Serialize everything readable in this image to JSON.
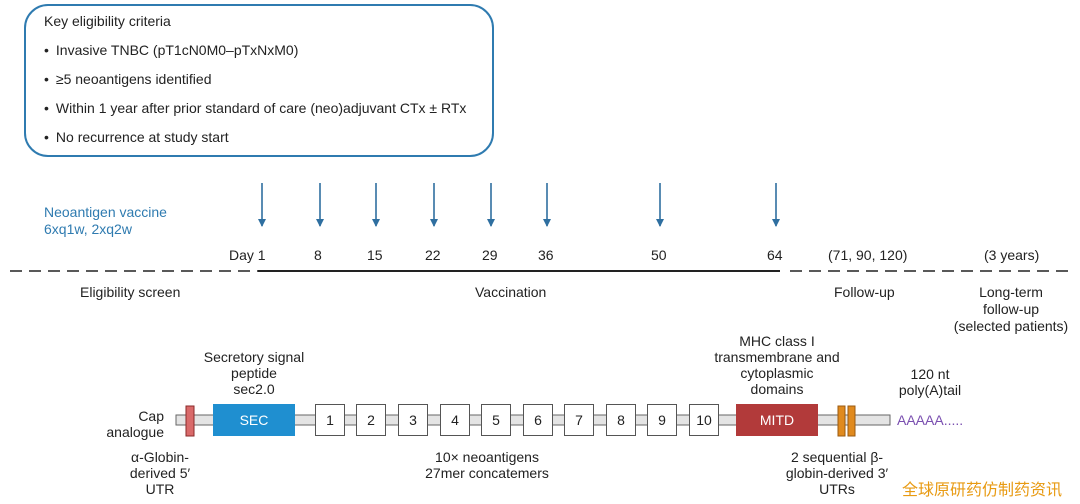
{
  "criteria": {
    "title": "Key eligibility criteria",
    "items": [
      "Invasive TNBC (pT1cN0M0–pTxNxM0)",
      "≥5 neoantigens identified",
      "Within 1 year after prior standard of care (neo)adjuvant CTx ± RTx",
      "No recurrence at study start"
    ]
  },
  "vaccine": {
    "line1": "Neoantigen vaccine",
    "line2": "6xq1w, 2xq2w"
  },
  "timeline": {
    "days": [
      "Day 1",
      "8",
      "15",
      "22",
      "29",
      "36",
      "50",
      "64"
    ],
    "followup_days": "(71, 90, 120)",
    "longterm_period": "(3 years)"
  },
  "phases": {
    "eligibility": "Eligibility screen",
    "vaccination": "Vaccination",
    "followup": "Follow-up",
    "longterm": [
      "Long-term",
      "follow-up",
      "(selected patients)"
    ]
  },
  "construct": {
    "cap": [
      "Cap",
      "analogue"
    ],
    "sec_label": [
      "Secretory signal",
      "peptide",
      "sec2.0"
    ],
    "sec_box": "SEC",
    "neoantigen_boxes": [
      "1",
      "2",
      "3",
      "4",
      "5",
      "6",
      "7",
      "8",
      "9",
      "10"
    ],
    "mitd_label": [
      "MHC class I",
      "transmembrane and",
      "cytoplasmic",
      "domains"
    ],
    "mitd_box": "MITD",
    "polya_label": [
      "120 nt",
      "poly(A)tail"
    ],
    "polya_seq": "AAAAA.....",
    "utr5_label": [
      "α-Globin-",
      "derived 5′",
      "UTR"
    ],
    "neo_label": [
      "10× neoantigens",
      "27mer concatemers"
    ],
    "utr3_label": [
      "2 sequential β-",
      "globin-derived 3′",
      "UTRs"
    ]
  },
  "watermark": "全球原研药仿制药资讯",
  "colors": {
    "accent_blue": "#2f7bb0",
    "sec_box": "#1f8fd0",
    "mitd_box": "#b23a3a",
    "utr3": "#e08a1e",
    "polya": "#7a4fb0",
    "watermark": "#e89a12"
  }
}
